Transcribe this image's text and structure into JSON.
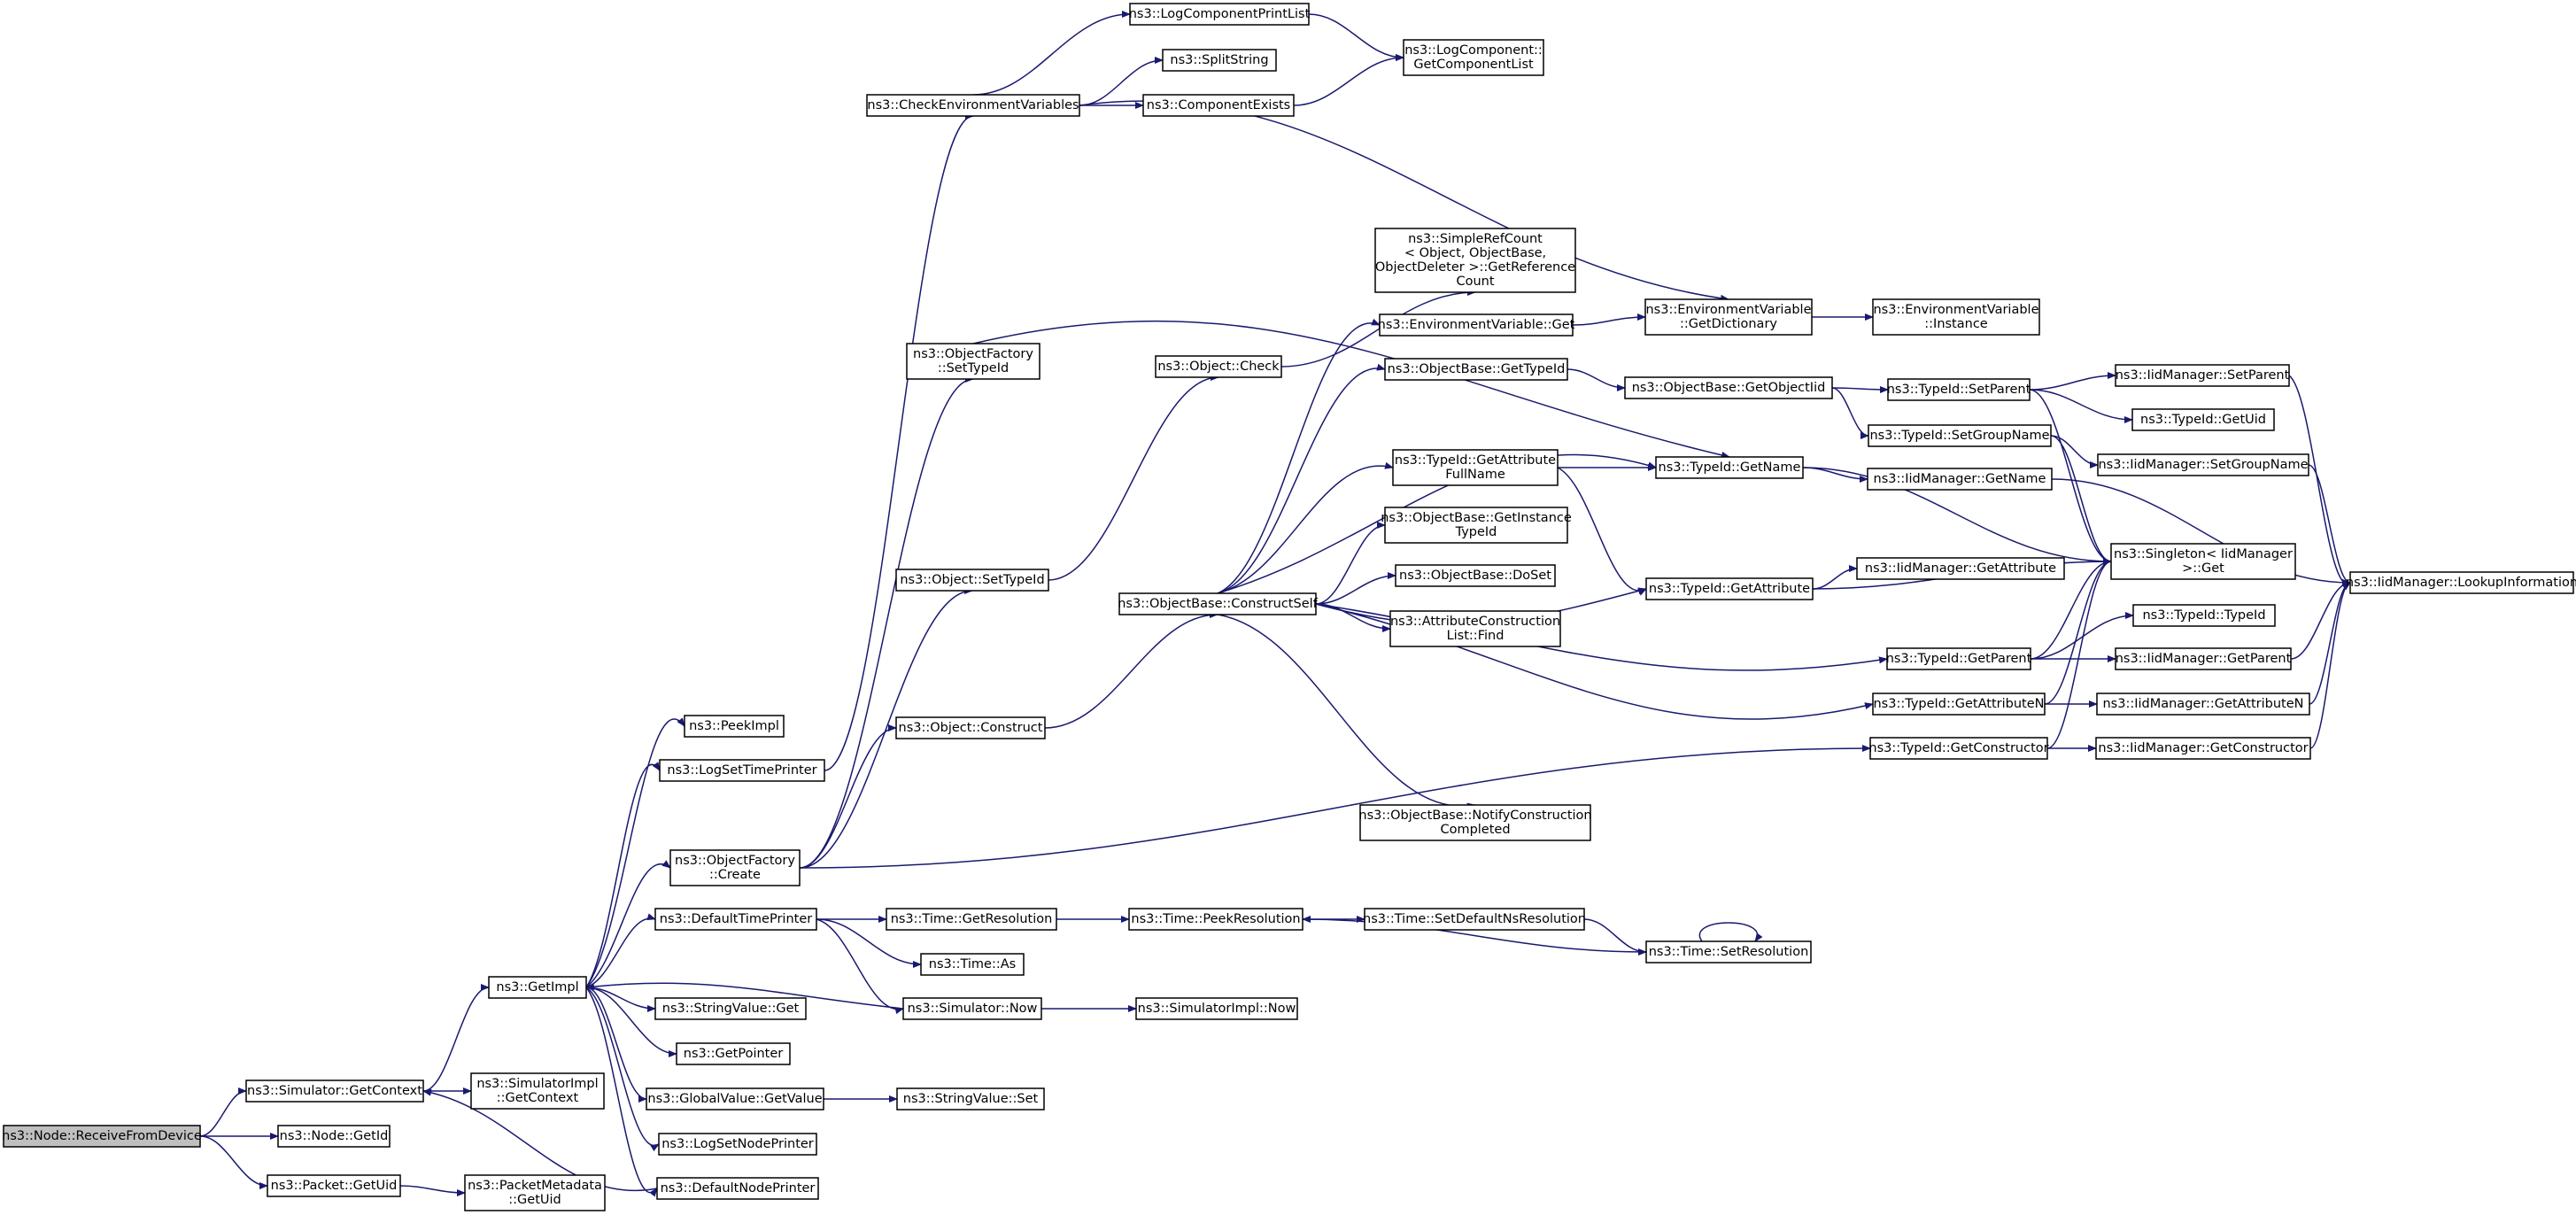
{
  "diagram": {
    "type": "call-graph",
    "colors": {
      "edge": "#191970",
      "root_fill": "#bfbfbf",
      "node_fill": "#ffffff",
      "border": "#000000"
    },
    "nodes": [
      {
        "id": "receive",
        "lines": [
          "ns3::Node::ReceiveFromDevice"
        ],
        "root": true
      },
      {
        "id": "getcontext",
        "lines": [
          "ns3::Simulator::GetContext"
        ]
      },
      {
        "id": "nodegetid",
        "lines": [
          "ns3::Node::GetId"
        ]
      },
      {
        "id": "packetgetuid",
        "lines": [
          "ns3::Packet::GetUid"
        ]
      },
      {
        "id": "pmgetuid",
        "lines": [
          "ns3::PacketMetadata",
          "::GetUid"
        ]
      },
      {
        "id": "simimplctx",
        "lines": [
          "ns3::SimulatorImpl",
          "::GetContext"
        ]
      },
      {
        "id": "getimpl",
        "lines": [
          "ns3::GetImpl"
        ]
      },
      {
        "id": "peekimpl",
        "lines": [
          "ns3::PeekImpl"
        ]
      },
      {
        "id": "logsettime",
        "lines": [
          "ns3::LogSetTimePrinter"
        ]
      },
      {
        "id": "ofcreate",
        "lines": [
          "ns3::ObjectFactory",
          "::Create"
        ]
      },
      {
        "id": "deftimeprinter",
        "lines": [
          "ns3::DefaultTimePrinter"
        ]
      },
      {
        "id": "strvalget",
        "lines": [
          "ns3::StringValue::Get"
        ]
      },
      {
        "id": "getpointer",
        "lines": [
          "ns3::GetPointer"
        ]
      },
      {
        "id": "gvgetvalue",
        "lines": [
          "ns3::GlobalValue::GetValue"
        ]
      },
      {
        "id": "logsetnode",
        "lines": [
          "ns3::LogSetNodePrinter"
        ]
      },
      {
        "id": "defnodeprinter",
        "lines": [
          "ns3::DefaultNodePrinter"
        ]
      },
      {
        "id": "checkenv",
        "lines": [
          "ns3::CheckEnvironmentVariables"
        ]
      },
      {
        "id": "logcplist",
        "lines": [
          "ns3::LogComponentPrintList"
        ]
      },
      {
        "id": "splitstring",
        "lines": [
          "ns3::SplitString"
        ]
      },
      {
        "id": "compexists",
        "lines": [
          "ns3::ComponentExists"
        ]
      },
      {
        "id": "lcgetlist",
        "lines": [
          "ns3::LogComponent::",
          "GetComponentList"
        ]
      },
      {
        "id": "ofsettypeid",
        "lines": [
          "ns3::ObjectFactory",
          "::SetTypeId"
        ]
      },
      {
        "id": "objsettypeid",
        "lines": [
          "ns3::Object::SetTypeId"
        ]
      },
      {
        "id": "objconstruct",
        "lines": [
          "ns3::Object::Construct"
        ]
      },
      {
        "id": "timegetres",
        "lines": [
          "ns3::Time::GetResolution"
        ]
      },
      {
        "id": "timeas",
        "lines": [
          "ns3::Time::As"
        ]
      },
      {
        "id": "simnow",
        "lines": [
          "ns3::Simulator::Now"
        ]
      },
      {
        "id": "strvalset",
        "lines": [
          "ns3::StringValue::Set"
        ]
      },
      {
        "id": "objcheck",
        "lines": [
          "ns3::Object::Check"
        ]
      },
      {
        "id": "obconstructself",
        "lines": [
          "ns3::ObjectBase::ConstructSelf"
        ]
      },
      {
        "id": "timepeekres",
        "lines": [
          "ns3::Time::PeekResolution"
        ]
      },
      {
        "id": "simimplnow",
        "lines": [
          "ns3::SimulatorImpl::Now"
        ]
      },
      {
        "id": "simplerefcount",
        "lines": [
          "ns3::SimpleRefCount",
          "< Object, ObjectBase,",
          "ObjectDeleter >::GetReference",
          "Count"
        ]
      },
      {
        "id": "envget",
        "lines": [
          "ns3::EnvironmentVariable::Get"
        ]
      },
      {
        "id": "obgettypeid",
        "lines": [
          "ns3::ObjectBase::GetTypeId"
        ]
      },
      {
        "id": "tidgetattrfull",
        "lines": [
          "ns3::TypeId::GetAttribute",
          "FullName"
        ]
      },
      {
        "id": "obgetinsttid",
        "lines": [
          "ns3::ObjectBase::GetInstance",
          "TypeId"
        ]
      },
      {
        "id": "obdoset",
        "lines": [
          "ns3::ObjectBase::DoSet"
        ]
      },
      {
        "id": "acfind",
        "lines": [
          "ns3::AttributeConstruction",
          "List::Find"
        ]
      },
      {
        "id": "obnotify",
        "lines": [
          "ns3::ObjectBase::NotifyConstruction",
          "Completed"
        ]
      },
      {
        "id": "timesetdefns",
        "lines": [
          "ns3::Time::SetDefaultNsResolution"
        ]
      },
      {
        "id": "envgetdict",
        "lines": [
          "ns3::EnvironmentVariable",
          "::GetDictionary"
        ]
      },
      {
        "id": "obgetobjtid",
        "lines": [
          "ns3::ObjectBase::GetObjectIid"
        ]
      },
      {
        "id": "tidgetname",
        "lines": [
          "ns3::TypeId::GetName"
        ]
      },
      {
        "id": "tidgetattr",
        "lines": [
          "ns3::TypeId::GetAttribute"
        ]
      },
      {
        "id": "timesetres",
        "lines": [
          "ns3::Time::SetResolution"
        ]
      },
      {
        "id": "envinstance",
        "lines": [
          "ns3::EnvironmentVariable",
          "::Instance"
        ]
      },
      {
        "id": "tidsetparent",
        "lines": [
          "ns3::TypeId::SetParent"
        ]
      },
      {
        "id": "tidsetgroup",
        "lines": [
          "ns3::TypeId::SetGroupName"
        ]
      },
      {
        "id": "iidgetname",
        "lines": [
          "ns3::IidManager::GetName"
        ]
      },
      {
        "id": "iidgetattr",
        "lines": [
          "ns3::IidManager::GetAttribute"
        ]
      },
      {
        "id": "tidgetparent",
        "lines": [
          "ns3::TypeId::GetParent"
        ]
      },
      {
        "id": "tidgetattrn",
        "lines": [
          "ns3::TypeId::GetAttributeN"
        ]
      },
      {
        "id": "tidgetctor",
        "lines": [
          "ns3::TypeId::GetConstructor"
        ]
      },
      {
        "id": "iidsetparent",
        "lines": [
          "ns3::IidManager::SetParent"
        ]
      },
      {
        "id": "tidgetuid",
        "lines": [
          "ns3::TypeId::GetUid"
        ]
      },
      {
        "id": "iidsetgroup",
        "lines": [
          "ns3::IidManager::SetGroupName"
        ]
      },
      {
        "id": "singletonget",
        "lines": [
          "ns3::Singleton< IidManager",
          " >::Get"
        ]
      },
      {
        "id": "tidtypeid",
        "lines": [
          "ns3::TypeId::TypeId"
        ]
      },
      {
        "id": "iidgetparent",
        "lines": [
          "ns3::IidManager::GetParent"
        ]
      },
      {
        "id": "iidgetattrn",
        "lines": [
          "ns3::IidManager::GetAttributeN"
        ]
      },
      {
        "id": "iidgetctor",
        "lines": [
          "ns3::IidManager::GetConstructor"
        ]
      },
      {
        "id": "iidlookup",
        "lines": [
          "ns3::IidManager::LookupInformation"
        ]
      }
    ]
  }
}
